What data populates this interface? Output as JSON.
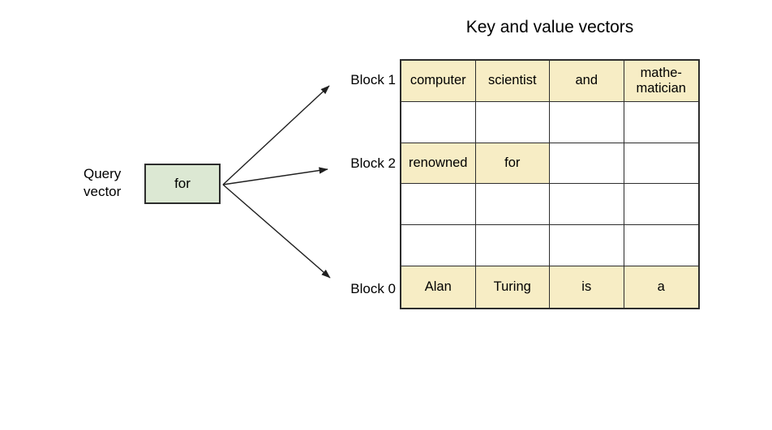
{
  "title": "Key and value vectors",
  "query_vector": {
    "label": "Query\nvector",
    "value": "for"
  },
  "blocks": [
    {
      "label": "Block 1",
      "row_index": 0
    },
    {
      "label": "Block 2",
      "row_index": 2
    },
    {
      "label": "Block 0",
      "row_index": 5
    }
  ],
  "table": {
    "columns": 4,
    "rows": [
      [
        "computer",
        "scientist",
        "and",
        "mathe-\nmatician"
      ],
      [
        "",
        "",
        "",
        ""
      ],
      [
        "renowned",
        "for",
        "",
        ""
      ],
      [
        "",
        "",
        "",
        ""
      ],
      [
        "",
        "",
        "",
        ""
      ],
      [
        "Alan",
        "Turing",
        "is",
        "a"
      ]
    ],
    "highlights": [
      [
        true,
        true,
        true,
        true
      ],
      [
        false,
        false,
        false,
        false
      ],
      [
        true,
        true,
        false,
        false
      ],
      [
        false,
        false,
        false,
        false
      ],
      [
        false,
        false,
        false,
        false
      ],
      [
        true,
        true,
        true,
        true
      ]
    ]
  },
  "colors": {
    "highlight_fill": "#f7edc5",
    "query_box_fill": "#dce8d3",
    "line": "#1f1f1f"
  }
}
